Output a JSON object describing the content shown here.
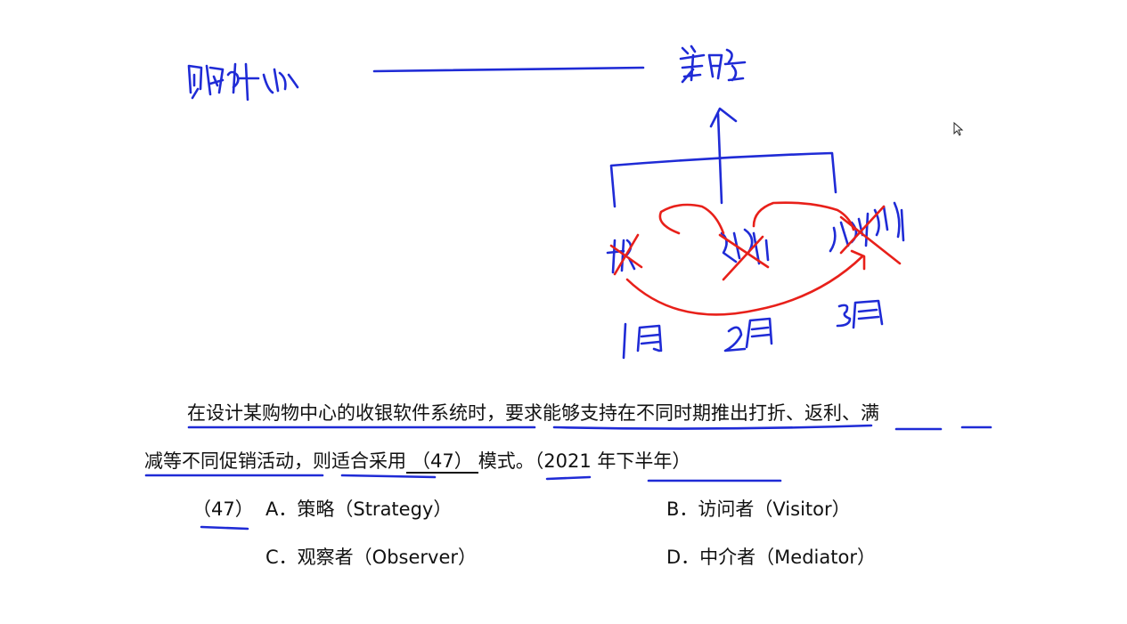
{
  "question": {
    "line1": "在设计某购物中心的收银软件系统时，要求能够支持在不同时期推出打折、返利、满",
    "line2_a": "减等不同促销活动，则适合采用",
    "blank": "（47）",
    "line2_b": "模式。（2021 年下半年）"
  },
  "options": {
    "number": "（47）",
    "a": "A．策略（Strategy）",
    "b": "B．访问者（Visitor）",
    "c": "C．观察者（Observer）",
    "d": "D．中介者（Mediator）"
  },
  "colors": {
    "ink_blue": "#1f2bd6",
    "ink_red": "#e8201a",
    "text": "#111111"
  },
  "icons": [
    "mouse-cursor-icon"
  ]
}
